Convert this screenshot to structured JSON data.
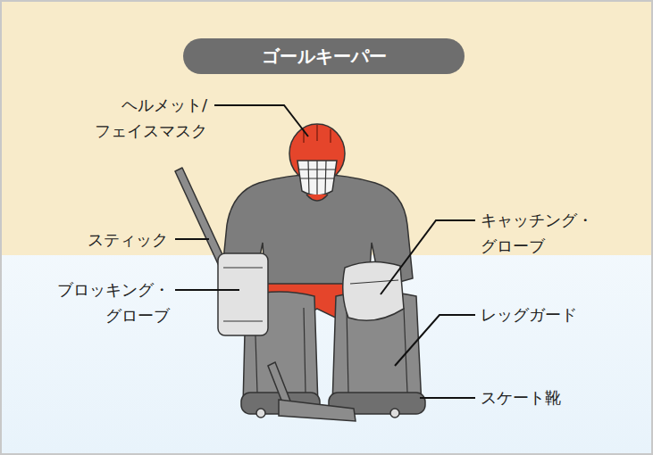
{
  "diagram": {
    "title": "ゴールキーパー",
    "labels": [
      "ヘルメット/ フェイスマスク",
      "スティック",
      "ブロッキング・ グローブ",
      "キャッチング・ グローブ",
      "レッグガード",
      "スケート靴"
    ]
  }
}
